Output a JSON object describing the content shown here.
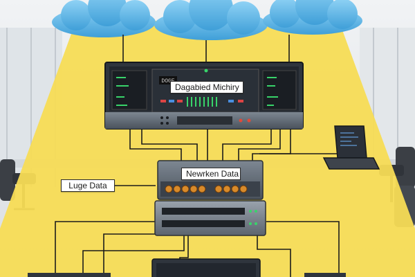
{
  "diagram": {
    "labels": {
      "main_server": "Dagabied Michiry",
      "switch": "Newrken Data",
      "left_node": "Luge Data"
    },
    "display_code": "DOGE",
    "icons": [
      "cloud-icon",
      "server-icon",
      "network-switch-icon",
      "laptop-icon",
      "office-chair-icon"
    ]
  },
  "colors": {
    "cloud": "#5ab4e6",
    "beam": "#f7dc55",
    "rack": "#2f353d",
    "led_green": "#38d46a",
    "port_orange": "#d88a2a",
    "cable": "#1b1b1b"
  }
}
